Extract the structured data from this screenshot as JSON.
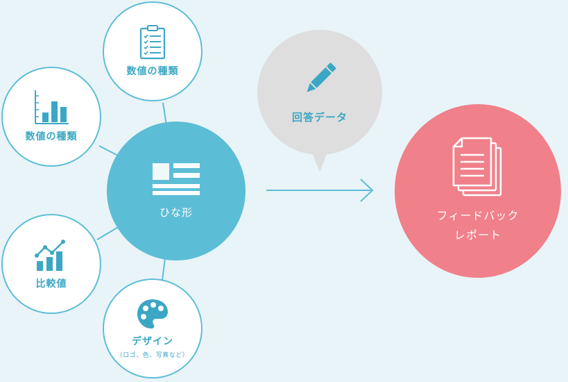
{
  "nodes": {
    "top": {
      "label": "数値の種類",
      "icon": "clipboard-checklist-icon"
    },
    "upper_left": {
      "label": "数値の種類",
      "icon": "bar-chart-icon"
    },
    "lower_left": {
      "label": "比較値",
      "icon": "trend-chart-icon"
    },
    "bottom": {
      "label": "デザイン",
      "sublabel": "（ロゴ、色、写真など）",
      "icon": "palette-icon"
    },
    "hub": {
      "label": "ひな形",
      "icon": "layout-template-icon"
    }
  },
  "bubble": {
    "label": "回答データ",
    "icon": "pencil-icon"
  },
  "result": {
    "line1": "フィードバック",
    "line2": "レポート",
    "icon": "documents-icon"
  },
  "colors": {
    "background": "#e8f4f8",
    "accent_blue": "#5cbdd6",
    "text_blue": "#3ba7c4",
    "bubble_gray": "#dedede",
    "result_pink": "#f0808a"
  }
}
